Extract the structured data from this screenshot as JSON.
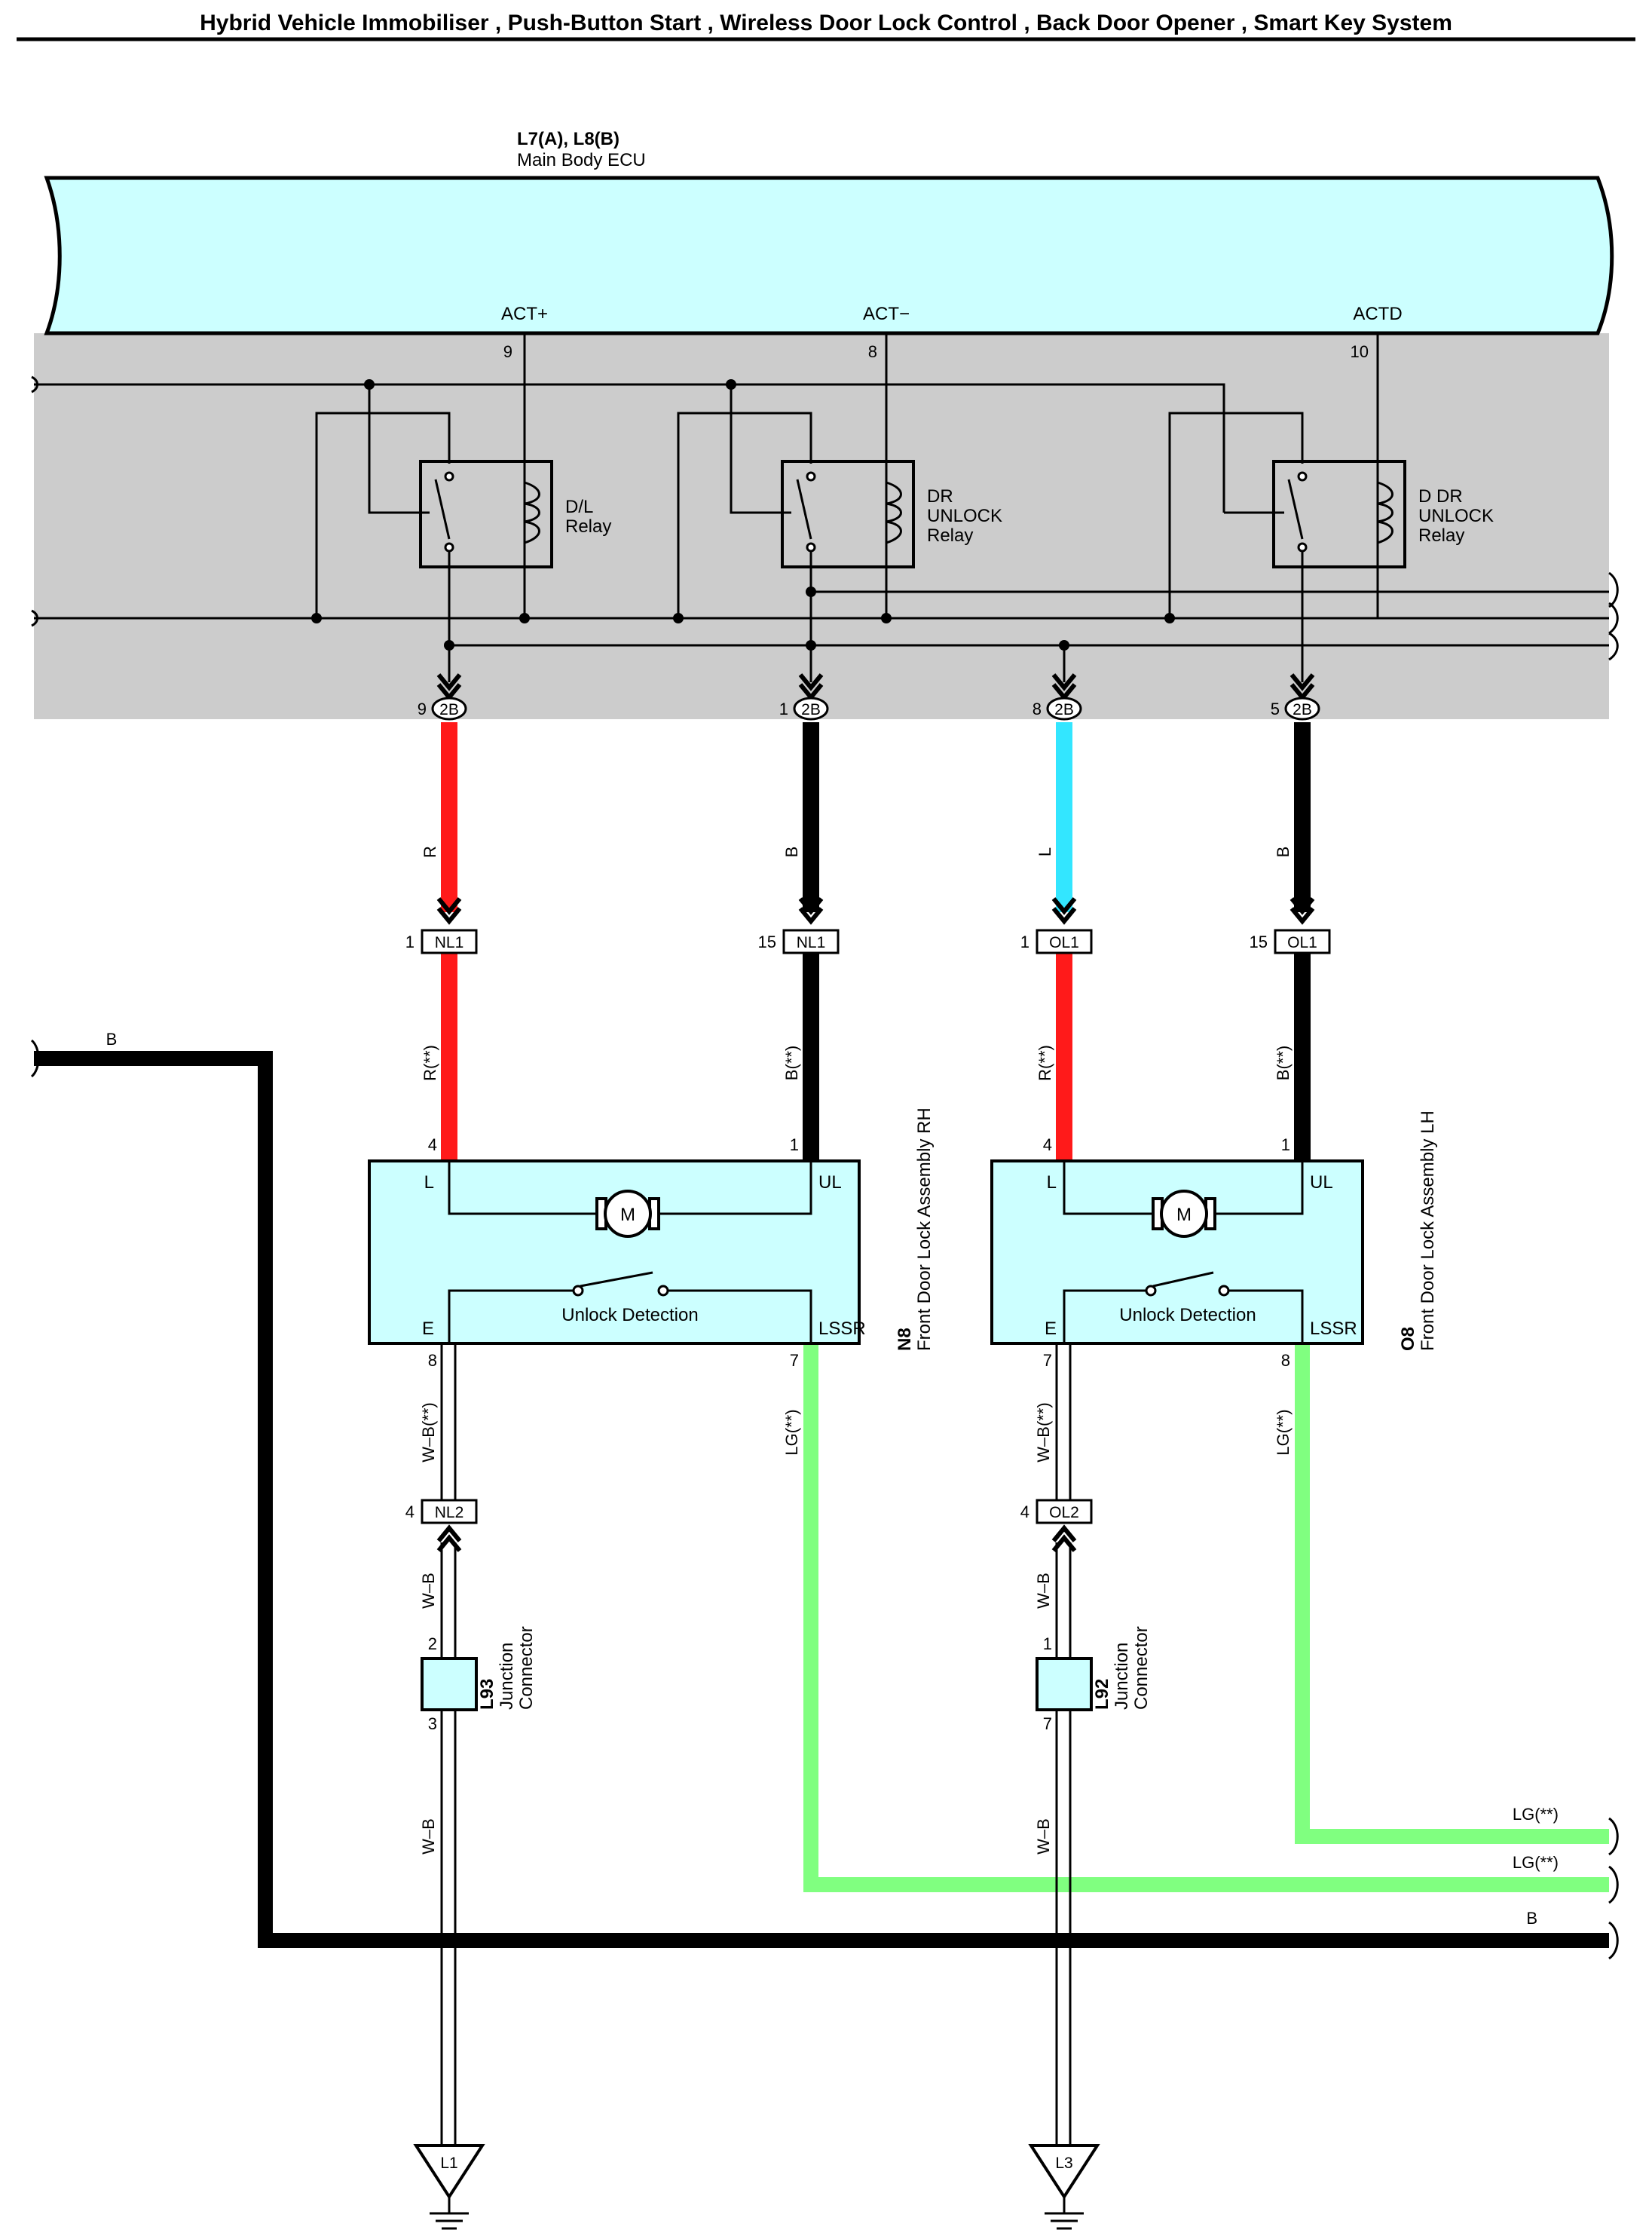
{
  "title": "Hybrid Vehicle Immobiliser , Push-Button Start , Wireless Door Lock Control , Back Door Opener , Smart Key System",
  "ecu": {
    "codes": "L7(A), L8(B)",
    "name": "Main Body ECU",
    "terminals": [
      {
        "name": "ACT+",
        "pin": "9"
      },
      {
        "name": "ACT−",
        "pin": "8"
      },
      {
        "name": "ACTD",
        "pin": "10"
      }
    ],
    "relays": [
      {
        "lines": [
          "D/L",
          "Relay"
        ]
      },
      {
        "lines": [
          "DR",
          "UNLOCK",
          "Relay"
        ]
      },
      {
        "lines": [
          "D DR",
          "UNLOCK",
          "Relay"
        ]
      }
    ]
  },
  "ecu_connectors": [
    {
      "pin": "9",
      "code": "2B"
    },
    {
      "pin": "1",
      "code": "2B"
    },
    {
      "pin": "8",
      "code": "2B"
    },
    {
      "pin": "5",
      "code": "2B"
    }
  ],
  "mid_connectors": [
    {
      "pin": "1",
      "code": "NL1"
    },
    {
      "pin": "15",
      "code": "NL1"
    },
    {
      "pin": "1",
      "code": "OL1"
    },
    {
      "pin": "15",
      "code": "OL1"
    }
  ],
  "wire_labels_upper": [
    "R",
    "B",
    "L",
    "B"
  ],
  "wire_labels_lower": [
    "R(**)",
    "B(**)",
    "R(**)",
    "B(**)"
  ],
  "door_locks": [
    {
      "code": "N8",
      "name": "Front Door Lock Assembly RH",
      "pins": {
        "l": "4",
        "ul": "1",
        "e": "8",
        "lssr": "7"
      },
      "term_l": "L",
      "term_ul": "UL",
      "term_e": "E",
      "term_lssr": "LSSR",
      "motor": "M",
      "switch": "Unlock Detection",
      "e_wire": "W–B(**)",
      "lssr_wire": "LG(**)"
    },
    {
      "code": "O8",
      "name": "Front Door Lock Assembly LH",
      "pins": {
        "l": "4",
        "ul": "1",
        "e": "7",
        "lssr": "8"
      },
      "term_l": "L",
      "term_ul": "UL",
      "term_e": "E",
      "term_lssr": "LSSR",
      "motor": "M",
      "switch": "Unlock Detection",
      "e_wire": "W–B(**)",
      "lssr_wire": "LG(**)"
    }
  ],
  "lower_connectors": [
    {
      "pin": "4",
      "code": "NL2"
    },
    {
      "pin": "4",
      "code": "OL2"
    }
  ],
  "junctions": [
    {
      "code": "L93",
      "name": [
        "Junction",
        "Connector"
      ],
      "pin_top": "2",
      "pin_bottom": "3",
      "wire_above": "W–B",
      "wire_below": "W–B"
    },
    {
      "code": "L92",
      "name": [
        "Junction",
        "Connector"
      ],
      "pin_top": "1",
      "pin_bottom": "7",
      "wire_above": "W–B",
      "wire_below": "W–B"
    }
  ],
  "grounds": [
    "L1",
    "L3"
  ],
  "right_wires": [
    "LG(**)",
    "LG(**)",
    "B"
  ],
  "left_wire": "B",
  "colors": {
    "ecu_fill": "#ccffff",
    "ecu_band": "#cccccc",
    "red": "#ff1a1a",
    "black": "#000000",
    "light_blue": "#33e6ff",
    "light_green": "#80ff80",
    "component_fill": "#ccffff"
  }
}
